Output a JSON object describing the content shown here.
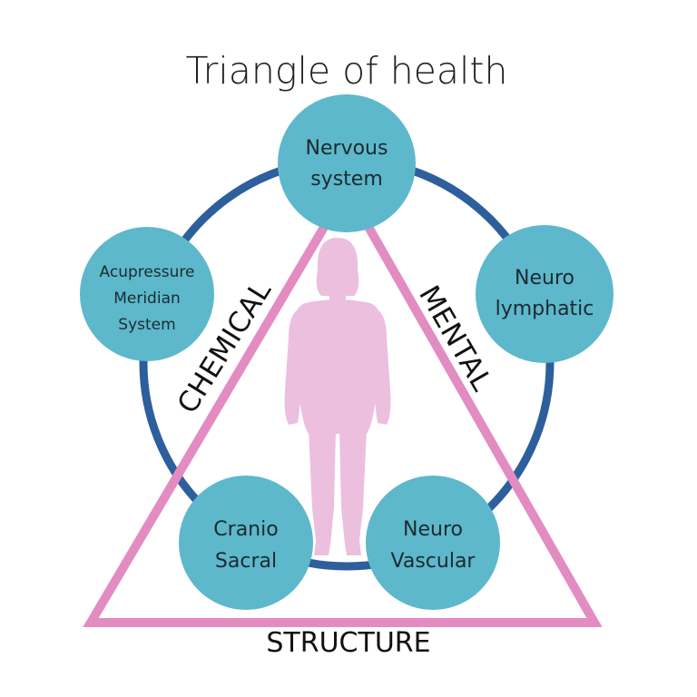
{
  "title": "Triangle of health",
  "triangle_sides": {
    "left": "CHEMICAL",
    "right": "MENTAL",
    "bottom": "STRUCTURE"
  },
  "nodes": {
    "nervous": {
      "line1": "Nervous",
      "line2": "system"
    },
    "acupressure": {
      "line1": "Acupressure",
      "line2": "Meridian",
      "line3": "System"
    },
    "neurolymphatic": {
      "line1": "Neuro",
      "line2": "lymphatic"
    },
    "craniosacral": {
      "line1": "Cranio",
      "line2": "Sacral"
    },
    "neurovascular": {
      "line1": "Neuro",
      "line2": "Vascular"
    }
  },
  "colors": {
    "ring": "#2d5f9c",
    "node_fill": "#5db8cb",
    "triangle": "#e38cc2",
    "figure": "#ecbfdf"
  }
}
